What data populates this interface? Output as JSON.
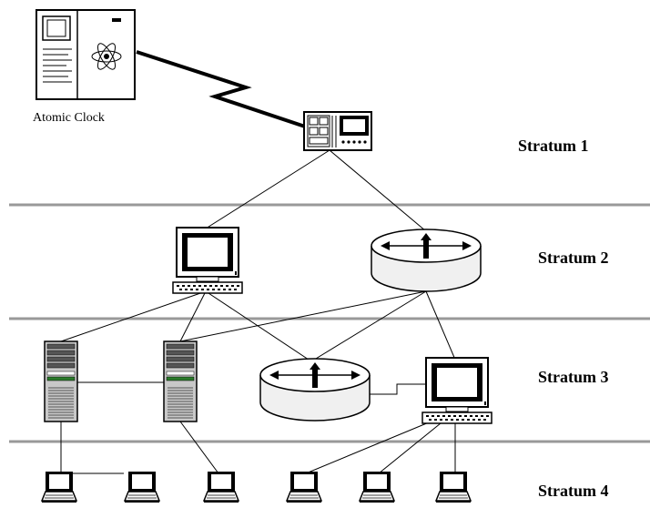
{
  "labels": {
    "atomic_clock": "Atomic Clock",
    "stratum1": "Stratum 1",
    "stratum2": "Stratum 2",
    "stratum3": "Stratum 3",
    "stratum4": "Stratum 4"
  },
  "icons": {
    "atomic_clock": "atomic-clock-icon",
    "time_server": "time-server-icon",
    "workstation": "workstation-icon",
    "router": "router-icon",
    "server": "server-tower-icon",
    "laptop": "laptop-icon"
  },
  "colors": {
    "separator": "#999999",
    "line": "#000000",
    "router_fill": "#f0f0f0",
    "server_fill": "#c8c8c8"
  }
}
